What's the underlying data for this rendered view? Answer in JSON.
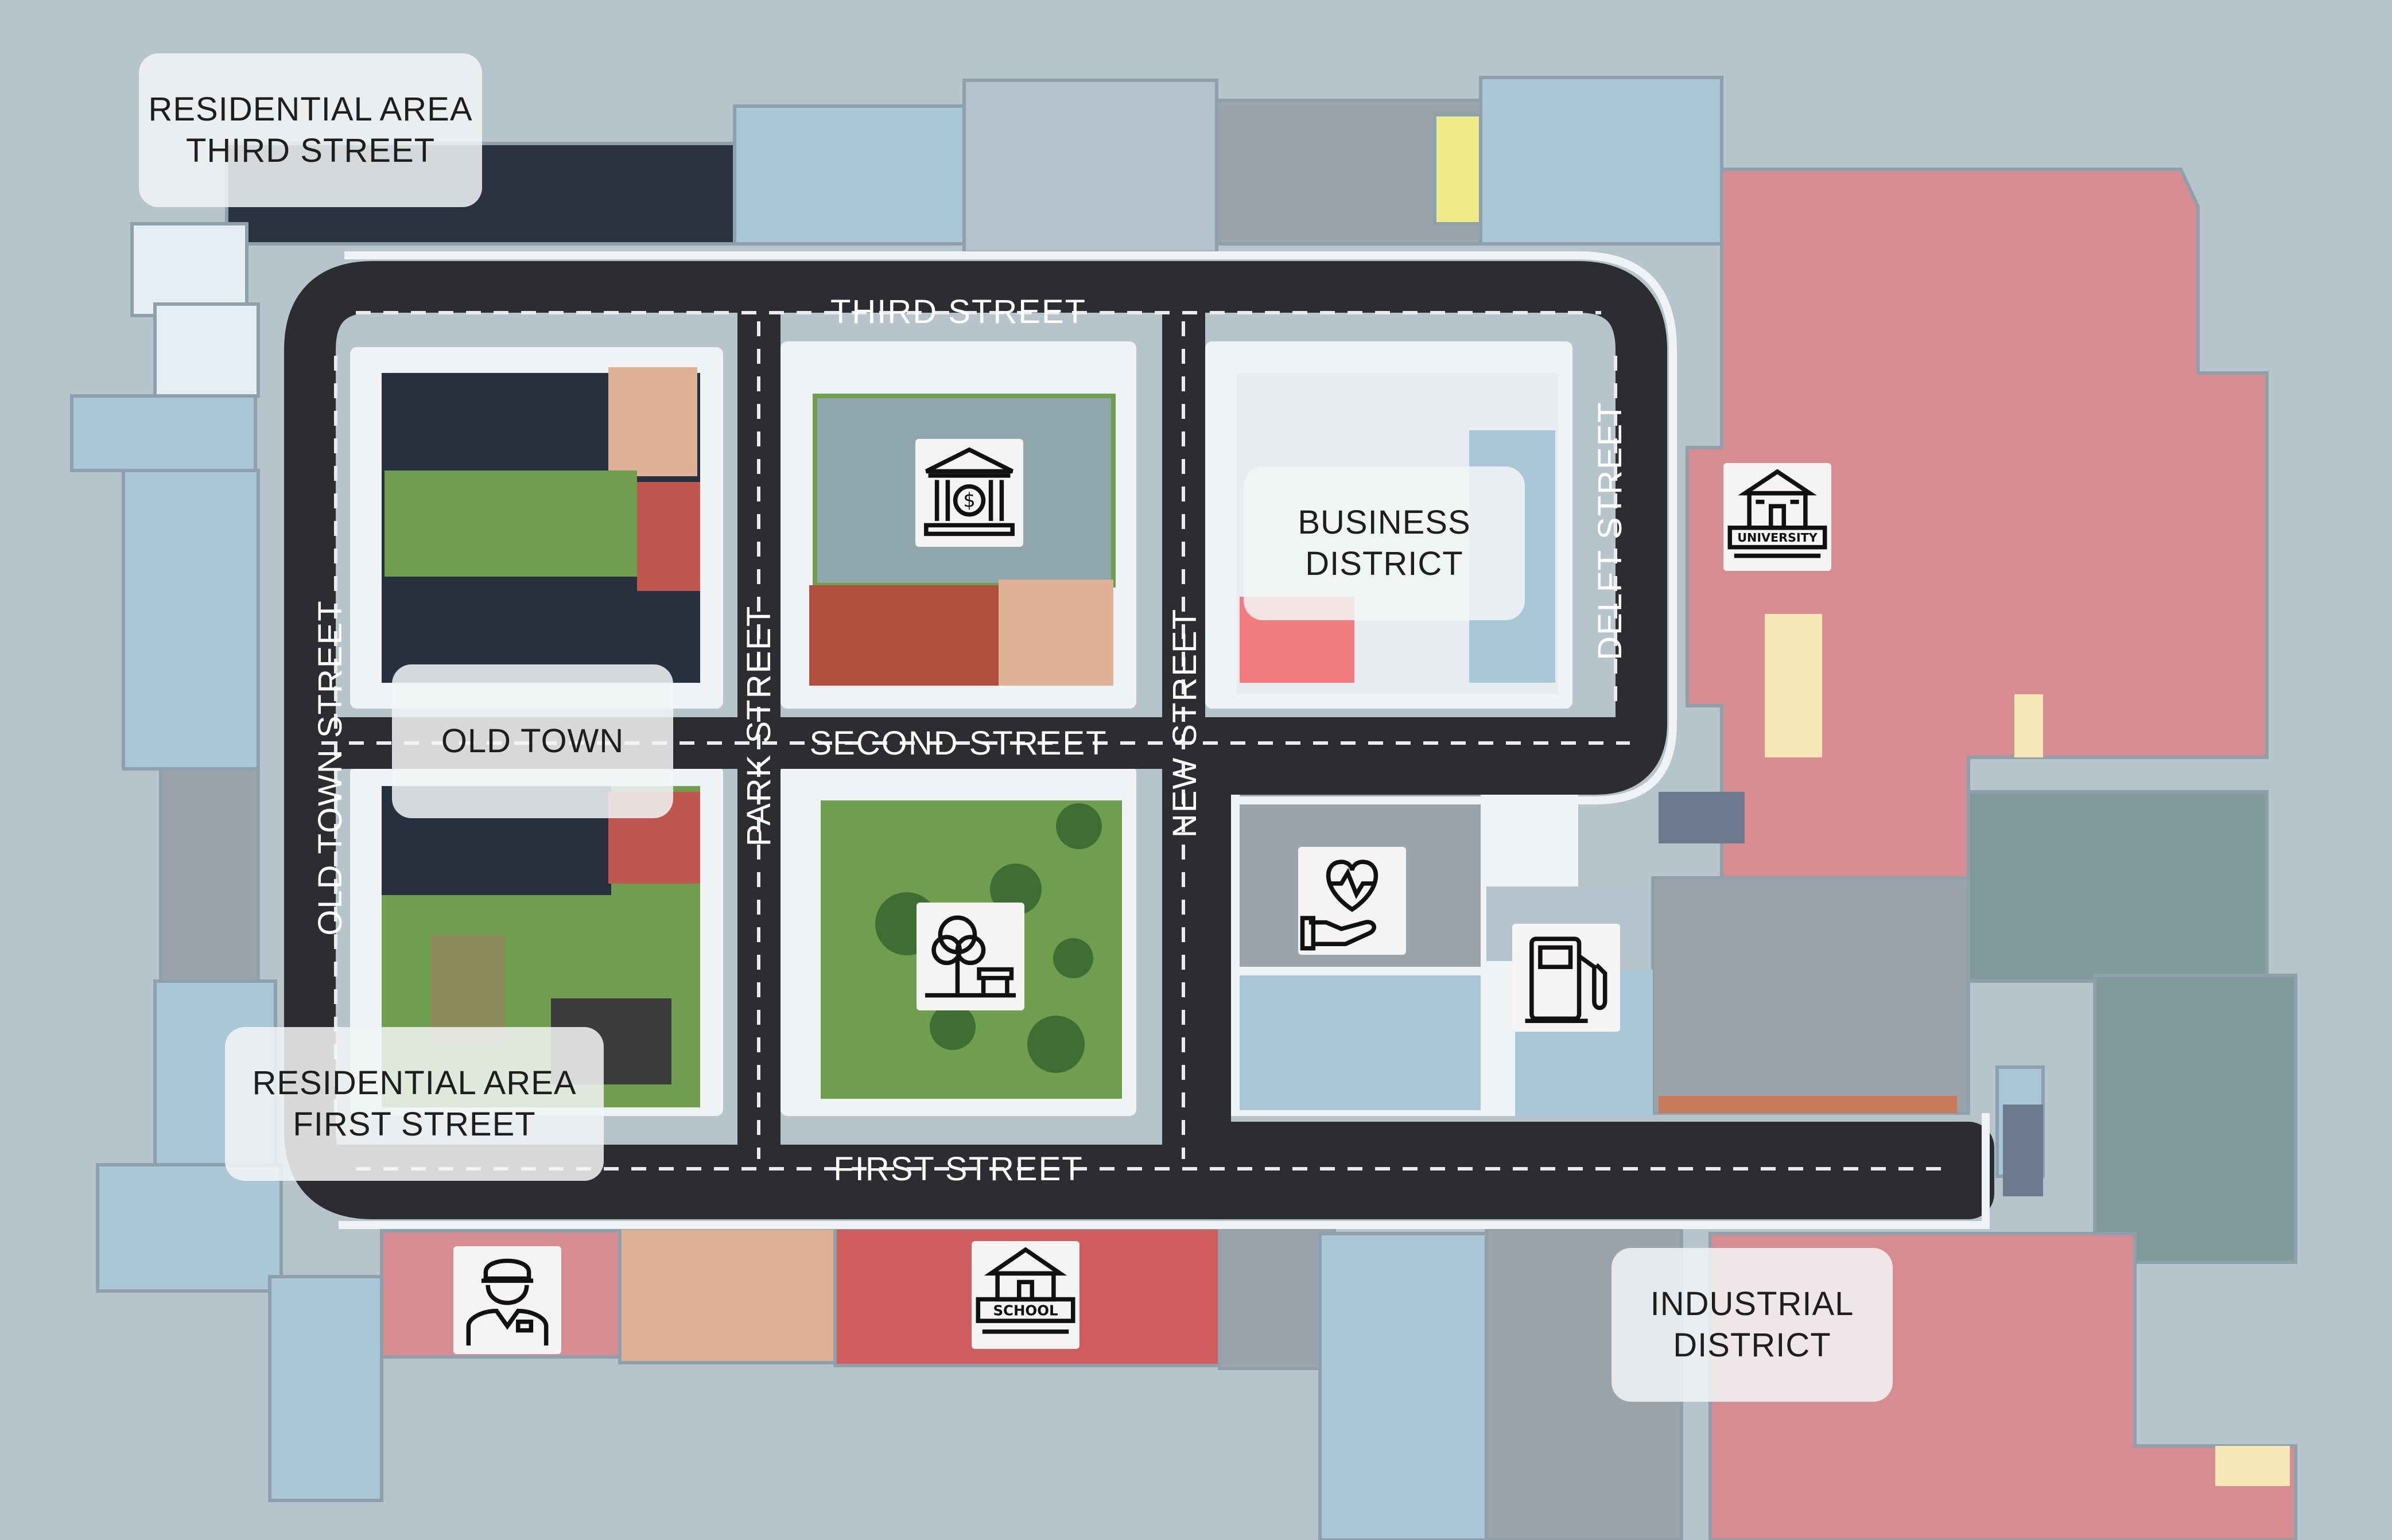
{
  "map": {
    "colors": {
      "background": "#b7c4cc",
      "road": "#2b2d31",
      "sidewalk": "#f0f3f5",
      "grass": "#6f9e4e",
      "building_blue": "#a9c7d6",
      "building_red": "#d78c92",
      "building_gray": "#9aa4aa",
      "roof_dark": "#26303f",
      "roof_brick": "#c0574e",
      "roof_tan": "#dfb296"
    },
    "streets": {
      "third": "THIRD STREET",
      "second": "SECOND STREET",
      "first": "FIRST STREET",
      "old_town": "OLD TOWN STREET",
      "park": "PARK STREET",
      "new": "NEW STREET",
      "delft": "DELFT STREET"
    },
    "districts": {
      "residential_third": [
        "RESIDENTIAL AREA",
        "THIRD STREET"
      ],
      "old_town": [
        "OLD TOWN"
      ],
      "business": [
        "BUSINESS",
        "DISTRICT"
      ],
      "residential_first": [
        "RESIDENTIAL AREA",
        "FIRST STREET"
      ],
      "industrial": [
        "INDUSTRIAL",
        "DISTRICT"
      ]
    },
    "poi_icons": {
      "bank": "bank-icon",
      "park": "park-icon",
      "hospital": "hospital-icon",
      "gas_station": "gas-station-icon",
      "university": "university-icon",
      "police": "police-icon",
      "school": "school-icon"
    },
    "poi_labels": {
      "university": "UNIVERSITY",
      "school": "SCHOOL"
    }
  }
}
